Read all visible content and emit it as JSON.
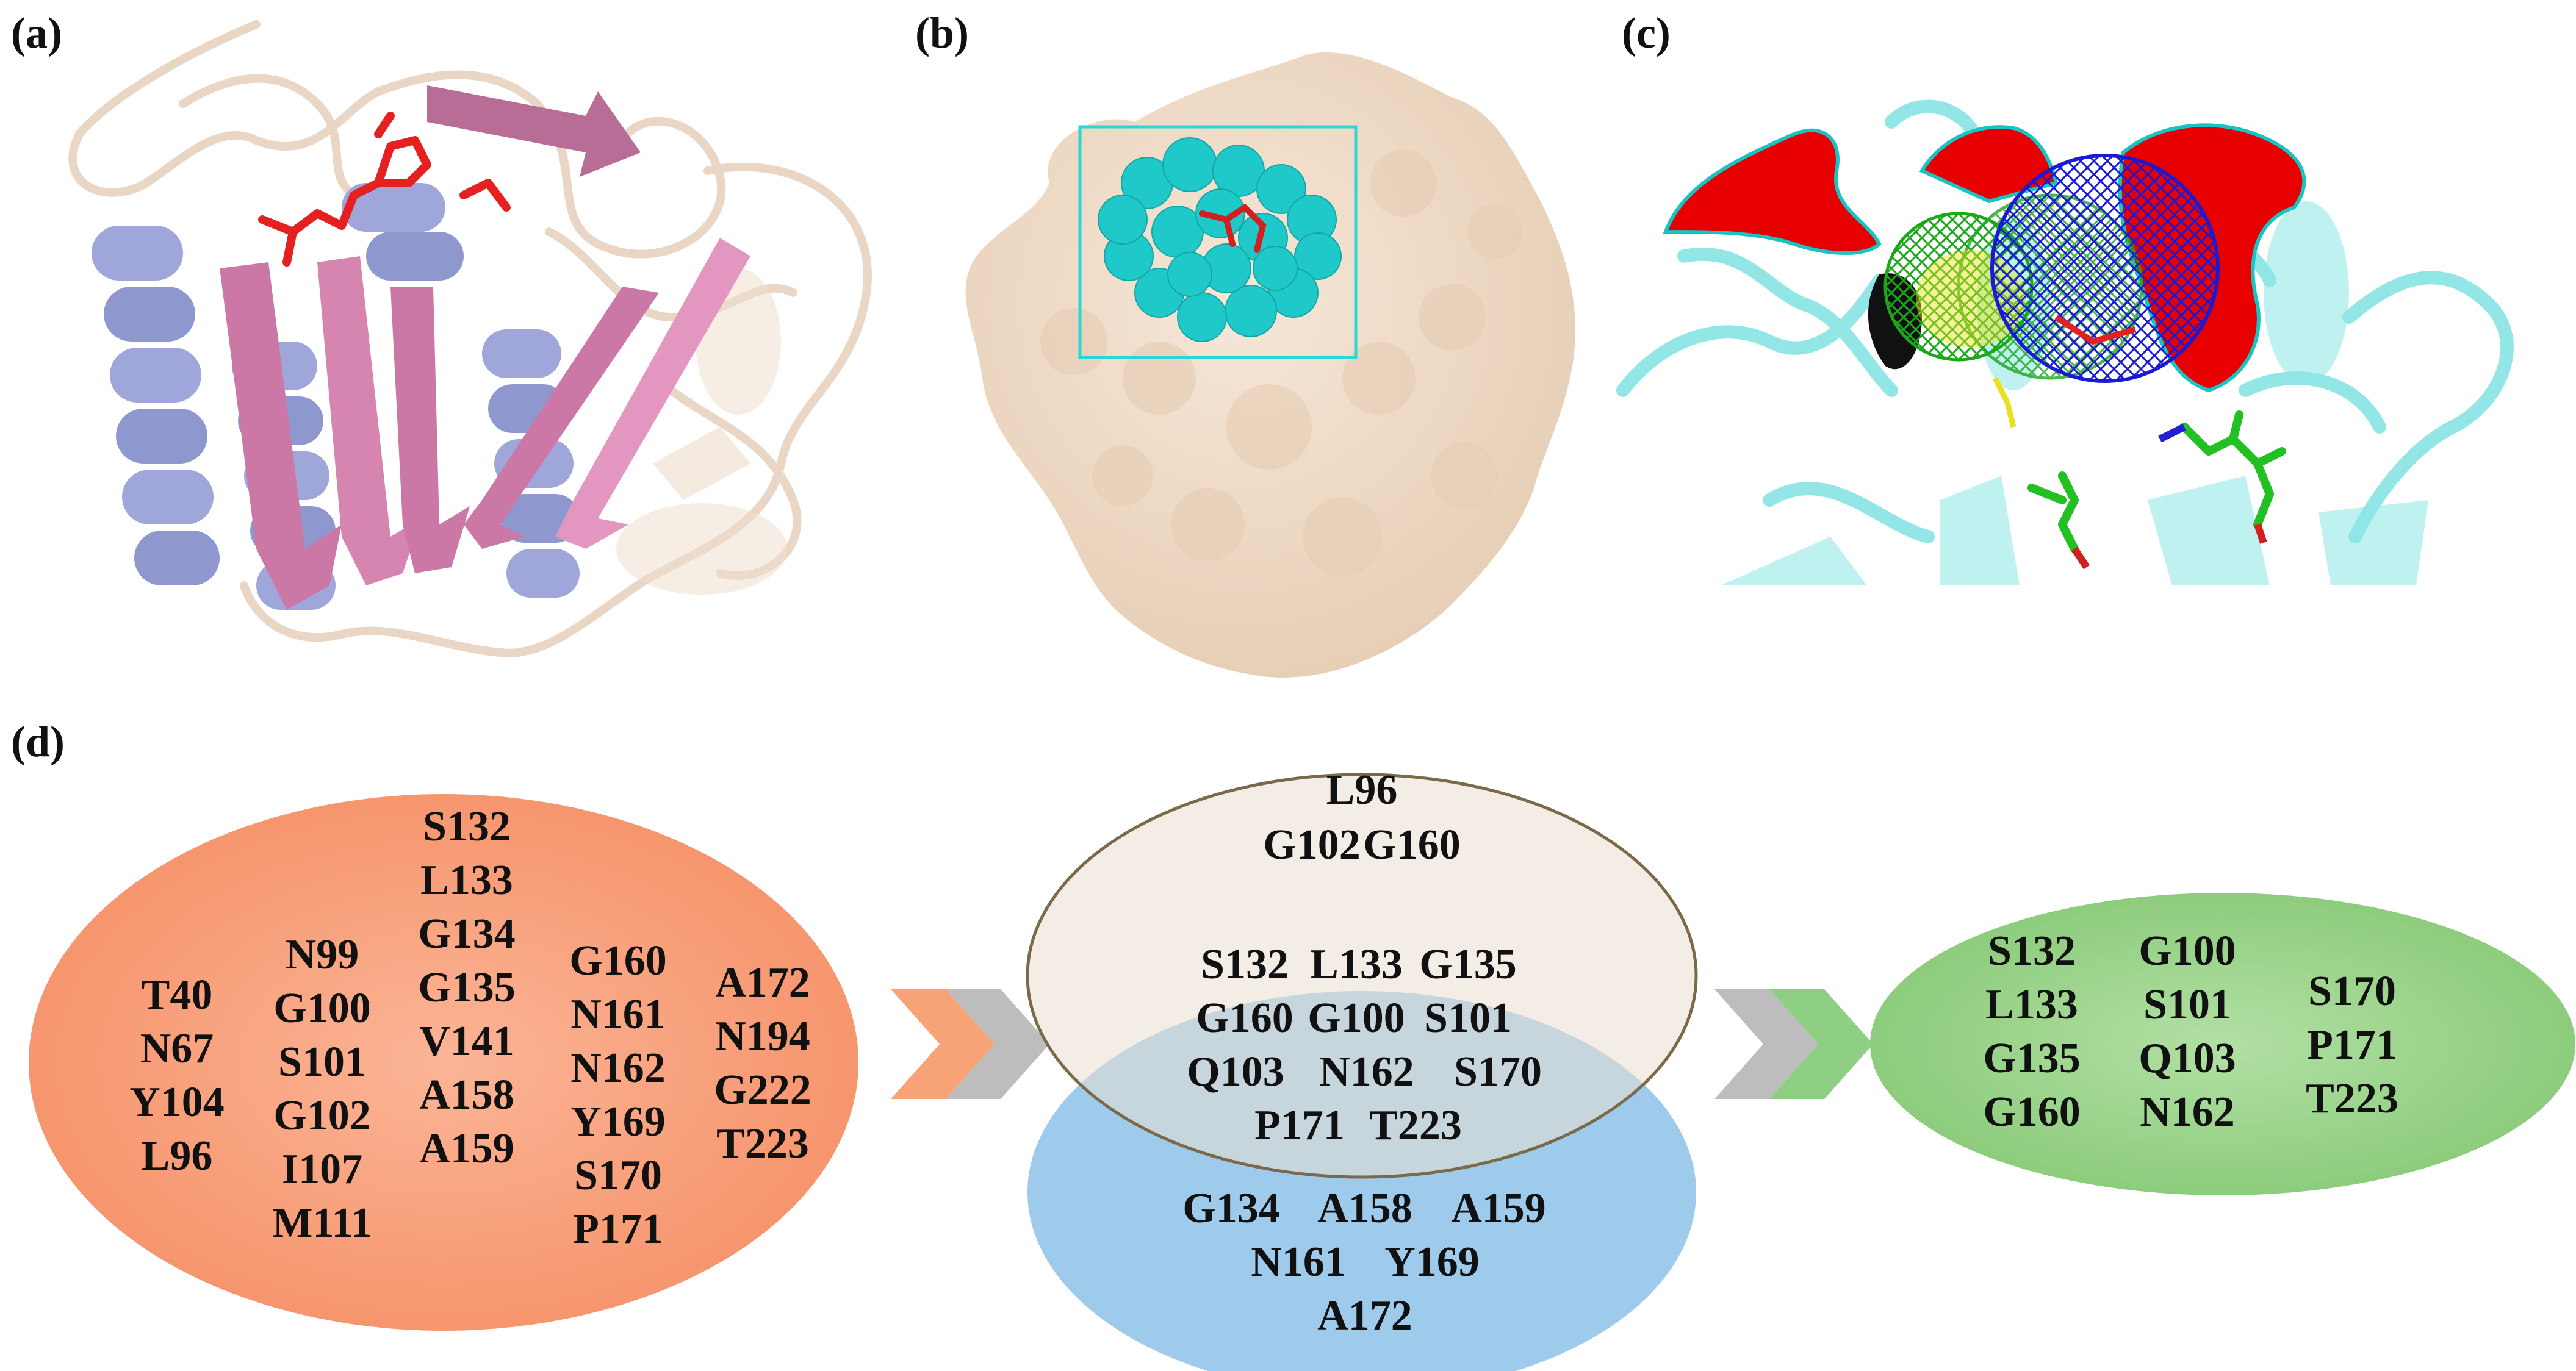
{
  "panels": {
    "a": {
      "label": "(a)"
    },
    "b": {
      "label": "(b)"
    },
    "c": {
      "label": "(c)"
    },
    "d": {
      "label": "(d)"
    }
  },
  "colors": {
    "helix": "#9ea6da",
    "strand": "#cc78a6",
    "loop": "#e8d4c2",
    "ligand": "#e52020",
    "surface": "#f0dcc8",
    "pocket": "#1fd3d3",
    "cavity": "#e80000",
    "mesh_blue": "#1a1ad6",
    "mesh_green": "#1aa81a",
    "ellipse_orange": "#f9a07e",
    "ellipse_beige": "#efe7dc",
    "ellipse_blue": "#9ecbec",
    "ellipse_green": "#9bd68b",
    "arrow_orange": "#f7a277",
    "arrow_gray": "#bdbdbd",
    "arrow_green": "#8fcf83"
  },
  "icons": {
    "arrow_left": "double-chevron-right-icon",
    "arrow_right": "double-chevron-right-icon"
  },
  "venn": {
    "left": {
      "columns": [
        [
          "T40",
          "N67",
          "Y104",
          "L96"
        ],
        [
          "N99",
          "G100",
          "S101",
          "G102",
          "I107",
          "M111"
        ],
        [
          "S132",
          "L133",
          "G134",
          "G135",
          "V141",
          "A158",
          "A159"
        ],
        [
          "G160",
          "N161",
          "N162",
          "Y169",
          "S170",
          "P171"
        ],
        [
          "A172",
          "N194",
          "G222",
          "T223"
        ]
      ]
    },
    "middle": {
      "top_only": [
        [
          "L96"
        ],
        [
          "G102",
          "G160"
        ]
      ],
      "overlap": [
        [
          "S132",
          "L133",
          "G135"
        ],
        [
          "G160",
          "G100",
          "S101"
        ],
        [
          "Q103",
          "N162",
          "S170"
        ],
        [
          "P171",
          "T223"
        ]
      ],
      "bottom_only": [
        [
          "G134",
          "A158",
          "A159"
        ],
        [
          "N161",
          "Y169"
        ],
        [
          "A172"
        ]
      ]
    },
    "right": {
      "columns": [
        [
          "S132",
          "L133",
          "G135",
          "G160"
        ],
        [
          "G100",
          "S101",
          "Q103",
          "N162"
        ],
        [
          "S170",
          "P171",
          "T223"
        ]
      ]
    }
  }
}
